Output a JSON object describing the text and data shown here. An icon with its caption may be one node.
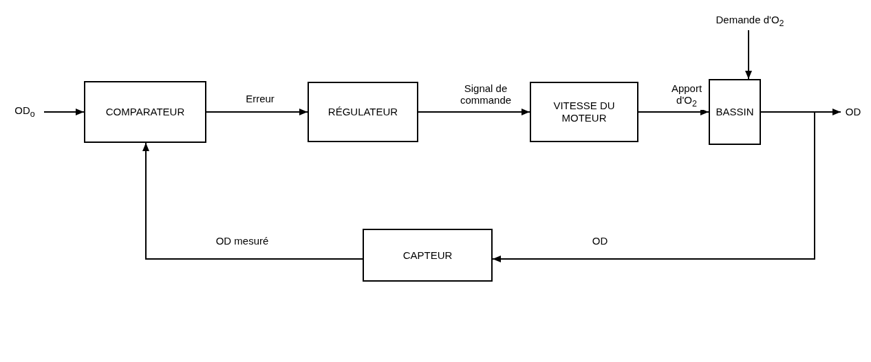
{
  "diagram": {
    "nodes": [
      {
        "text": [
          "OD$_{o}$"
        ]
      },
      {
        "text": [
          "COMPARATEUR"
        ]
      },
      {
        "text": [
          "RÉGULATEUR"
        ]
      },
      {
        "text": [
          "VITESSE DU MOTEUR"
        ]
      },
      {
        "text": [
          "BASSIN"
        ]
      },
      {
        "text": [
          "OD"
        ]
      },
      {
        "text": [
          "Demande d'O$_{2}$"
        ]
      },
      {
        "text": [
          "CAPTEUR"
        ]
      }
    ],
    "edges": [
      {
        "from": 0,
        "to": 1,
        "arrow": "to"
      },
      {
        "from": 1,
        "to": 2,
        "arrow": "to",
        "label": "Erreur"
      },
      {
        "from": 2,
        "to": 3,
        "arrow": "to",
        "label": "Signal de commande"
      },
      {
        "from": 3,
        "to": 4,
        "arrow": "to",
        "label": "Apport d'O$_{2}$"
      },
      {
        "from": 6,
        "to": 4,
        "arrow": "to"
      },
      {
        "from": 4,
        "to": 5,
        "arrow": "to"
      },
      {
        "from": 4,
        "to": 7,
        "arrow": "to",
        "label": "OD"
      },
      {
        "from": 7,
        "to": 1,
        "arrow": "to",
        "label": "OD mesuré"
      }
    ]
  }
}
